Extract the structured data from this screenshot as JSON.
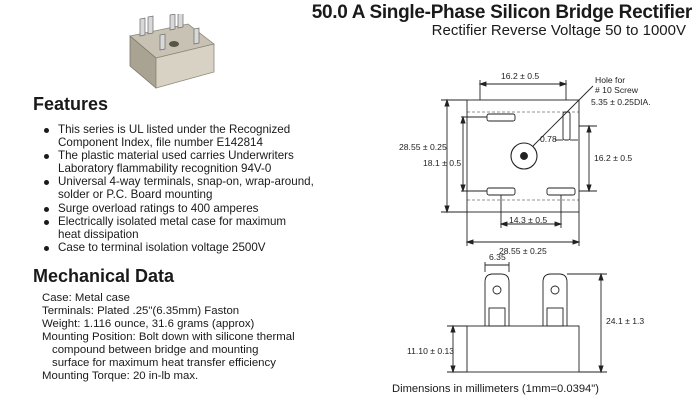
{
  "header": {
    "title": "50.0 A Single-Phase Silicon Bridge Rectifier",
    "subtitle": "Rectifier Reverse Voltage 50 to 1000V"
  },
  "features": {
    "heading": "Features",
    "items": [
      [
        "This series is UL listed under the Recognized",
        "Component Index, file number E142814"
      ],
      [
        "The plastic material used carries Underwriters",
        "Laboratory flammability recognition 94V-0"
      ],
      [
        "Universal 4-way terminals, snap-on, wrap-around,",
        "solder or P.C. Board mounting"
      ],
      [
        "Surge overload ratings to 400 amperes"
      ],
      [
        "Electrically isolated metal case for maximum",
        "heat dissipation"
      ],
      [
        "Case to terminal isolation voltage 2500V"
      ]
    ]
  },
  "mechanical": {
    "heading": "Mechanical Data",
    "lines": [
      {
        "text": "Case: Metal case",
        "indent": false
      },
      {
        "text": "Terminals: Plated .25\"(6.35mm) Faston",
        "indent": false
      },
      {
        "text": "Weight: 1.116 ounce, 31.6 grams (approx)",
        "indent": false
      },
      {
        "text": "Mounting Position: Bolt down with silicone thermal",
        "indent": false
      },
      {
        "text": "compound between bridge and mounting",
        "indent": true
      },
      {
        "text": "surface for maximum heat transfer efficiency",
        "indent": true
      },
      {
        "text": "Mounting Torque: 20 in-lb max.",
        "indent": false
      }
    ]
  },
  "drawing": {
    "top_width": "16.2 ± 0.5",
    "hole_note_1": "Hole for",
    "hole_note_2": "# 10 Screw",
    "hole_note_3": "5.35 ± 0.25DIA.",
    "outer_height": "28.55 ± 0.25",
    "inner_height": "18.1 ± 0.5",
    "right_height": "16.2 ± 0.5",
    "slot": "0.78",
    "inner_width": "14.3 ± 0.5",
    "outer_width": "28.55 ± 0.25",
    "terminal_width": "6.35",
    "total_height": "24.1 ± 1.3",
    "body_height": "11.10 ± 0.13",
    "dimensions_note": "Dimensions in millimeters (1mm=0.0394\")"
  }
}
